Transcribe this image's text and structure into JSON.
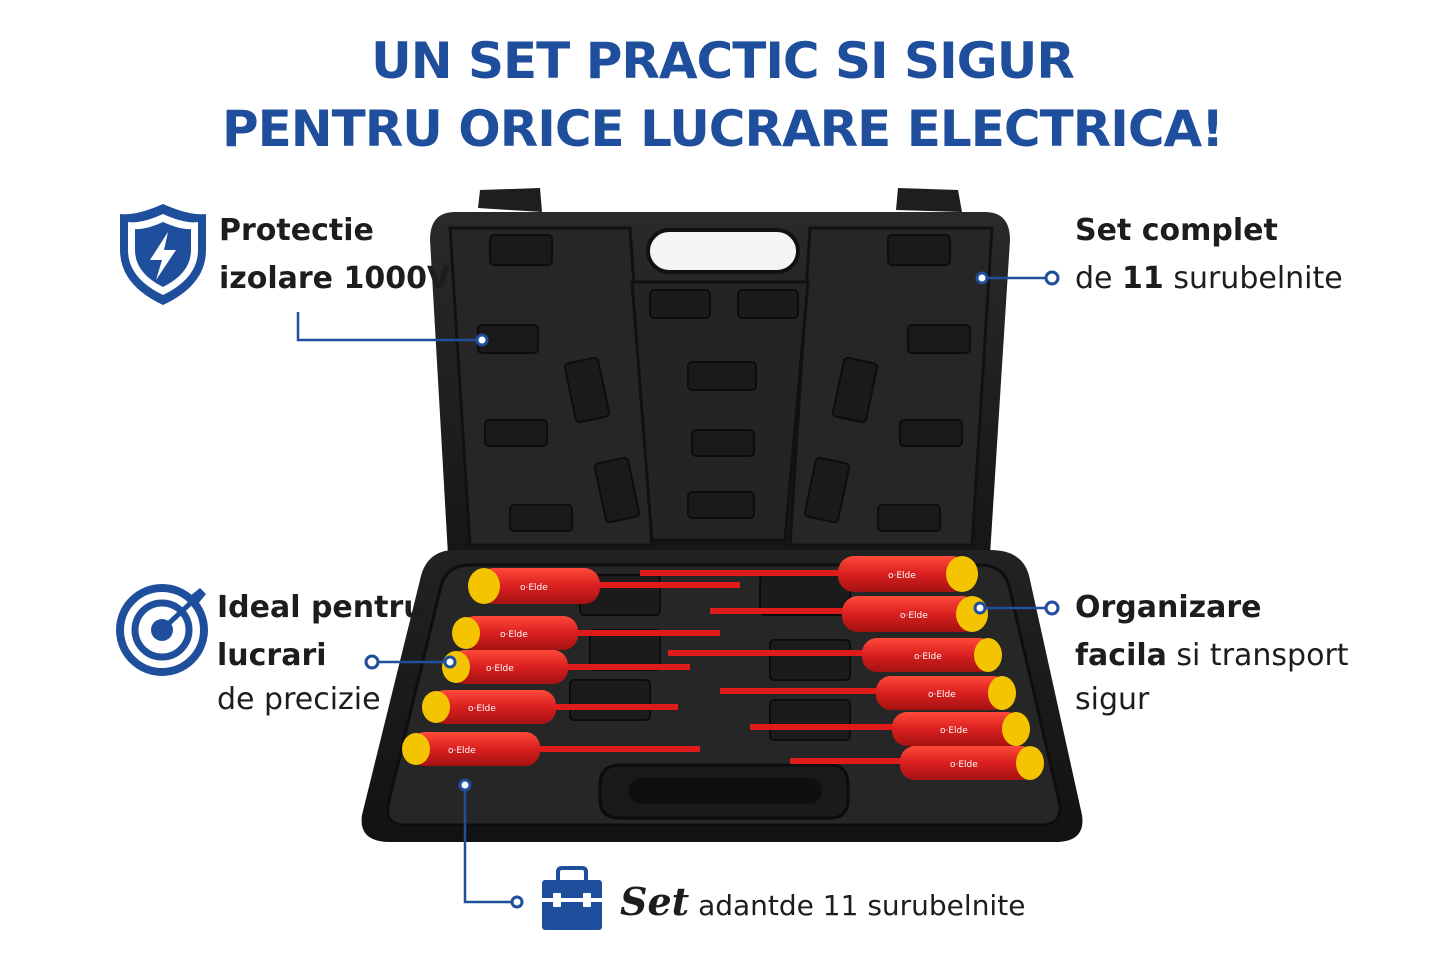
{
  "headline": {
    "line1": "UN SET PRACTIC SI SIGUR",
    "line2": "PENTRU ORICE LUCRARE ELECTRICA!"
  },
  "features": {
    "protection": {
      "line1": "Protectie",
      "line2": "izolare 1000V",
      "icon": "shield-lightning-icon"
    },
    "complete_set": {
      "line1": "Set complet",
      "line2_prefix": "de ",
      "line2_bold": "11",
      "line2_suffix": " surubelnite"
    },
    "precision": {
      "line1": "Ideal pentru",
      "line2": "lucrari",
      "line3": "de precizie",
      "icon": "target-icon"
    },
    "organization": {
      "line1": "Organizare",
      "line2_bold": "facila",
      "line2_suffix": " si transport",
      "line3": "sigur"
    },
    "bottom_set": {
      "bold": "Set",
      "text": " adantde 11 surubelnite",
      "icon": "toolbox-icon"
    }
  },
  "colors": {
    "brand_blue": "#1f4e9c",
    "case_black": "#1c1c1c",
    "handle_red": "#d91f1f",
    "handle_yellow": "#f5c400"
  }
}
